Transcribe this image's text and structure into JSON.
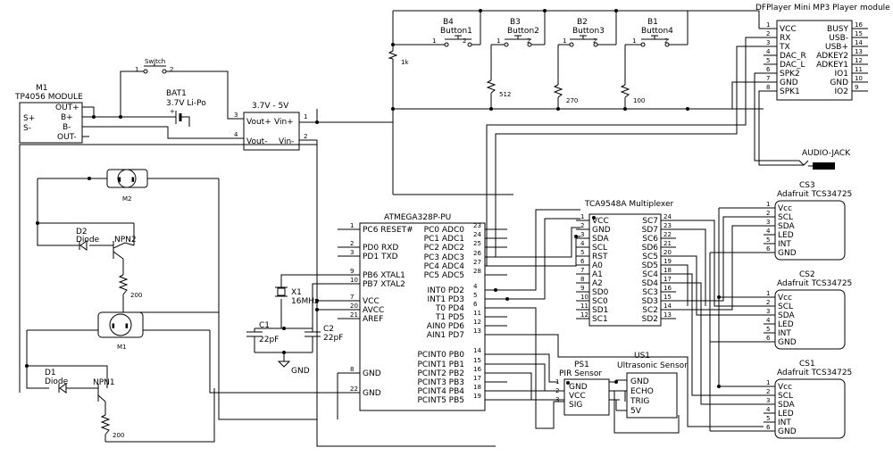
{
  "dfplayer": {
    "title": "DFPlayer Mini MP3 Player module",
    "left_pins": [
      {
        "num": "1",
        "name": "VCC"
      },
      {
        "num": "2",
        "name": "RX"
      },
      {
        "num": "3",
        "name": "TX"
      },
      {
        "num": "4",
        "name": "DAC_R"
      },
      {
        "num": "5",
        "name": "DAC_L"
      },
      {
        "num": "6",
        "name": "SPK2"
      },
      {
        "num": "7",
        "name": "GND"
      },
      {
        "num": "8",
        "name": "SPK1"
      }
    ],
    "right_pins": [
      {
        "num": "16",
        "name": "BUSY"
      },
      {
        "num": "15",
        "name": "USB-"
      },
      {
        "num": "14",
        "name": "USB+"
      },
      {
        "num": "13",
        "name": "ADKEY2"
      },
      {
        "num": "12",
        "name": "ADKEY1"
      },
      {
        "num": "11",
        "name": "IO1"
      },
      {
        "num": "10",
        "name": "GND"
      },
      {
        "num": "9",
        "name": "IO2"
      }
    ]
  },
  "audio_jack": {
    "label": "AUDIO-JACK"
  },
  "buttons": [
    {
      "ref": "B4",
      "name": "Button1",
      "p1": "1",
      "p2": "2"
    },
    {
      "ref": "B3",
      "name": "Button2",
      "p1": "1",
      "p2": "2"
    },
    {
      "ref": "B2",
      "name": "Button3",
      "p1": "1",
      "p2": "2"
    },
    {
      "ref": "B1",
      "name": "Button4",
      "p1": "1",
      "p2": "2"
    }
  ],
  "resistors": {
    "r1k": "1k",
    "r512": "512",
    "r270": "270",
    "r100": "100",
    "r200a": "200",
    "r200b": "200"
  },
  "switch": {
    "label": "Switch",
    "p1": "1",
    "p2": "2"
  },
  "tp4056": {
    "ref": "M1",
    "title": "TP4056 MODULE",
    "left": [
      "S+",
      "S-"
    ],
    "right": [
      "OUT+",
      "B+",
      "B-",
      "OUT-"
    ]
  },
  "battery": {
    "ref": "BAT1",
    "value": "3.7V Li-Po",
    "plus": "+"
  },
  "converter": {
    "title": "3.7V - 5V",
    "pins": [
      {
        "num": "3",
        "l": "Vout+",
        "r": "Vin+",
        "rn": "1"
      },
      {
        "num": "4",
        "l": "Vout-",
        "r": "Vin-",
        "rn": "2"
      }
    ]
  },
  "motors": {
    "m2": "M2",
    "m1": "M1"
  },
  "diodes": [
    {
      "ref": "D2",
      "name": "Diode"
    },
    {
      "ref": "D1",
      "name": "Diode"
    }
  ],
  "transistors": [
    {
      "ref": "NPN2"
    },
    {
      "ref": "NPN1"
    }
  ],
  "mcu": {
    "title": "ATMEGA328P-PU",
    "left_pins": [
      {
        "num": "1",
        "name": "PC6 RESET#"
      },
      {
        "num": "2",
        "name": "PD0 RXD"
      },
      {
        "num": "3",
        "name": "PD1 TXD"
      },
      {
        "num": "9",
        "name": "PB6 XTAL1"
      },
      {
        "num": "10",
        "name": "PB7 XTAL2"
      },
      {
        "num": "7",
        "name": "VCC"
      },
      {
        "num": "20",
        "name": "AVCC"
      },
      {
        "num": "21",
        "name": "AREF"
      },
      {
        "num": "8",
        "name": "GND"
      },
      {
        "num": "22",
        "name": "GND"
      }
    ],
    "right_pins": [
      {
        "num": "23",
        "name": "PC0 ADC0"
      },
      {
        "num": "24",
        "name": "PC1 ADC1"
      },
      {
        "num": "25",
        "name": "PC2 ADC2"
      },
      {
        "num": "26",
        "name": "PC3 ADC3"
      },
      {
        "num": "27",
        "name": "PC4 ADC4"
      },
      {
        "num": "28",
        "name": "PC5 ADC5"
      },
      {
        "num": "4",
        "name": "INT0 PD2"
      },
      {
        "num": "5",
        "name": "INT1 PD3"
      },
      {
        "num": "6",
        "name": "T0 PD4"
      },
      {
        "num": "11",
        "name": "T1 PD5"
      },
      {
        "num": "12",
        "name": "AIN0 PD6"
      },
      {
        "num": "13",
        "name": "AIN1 PD7"
      },
      {
        "num": "14",
        "name": "PCINT0 PB0"
      },
      {
        "num": "15",
        "name": "PCINT1 PB1"
      },
      {
        "num": "16",
        "name": "PCINT2 PB2"
      },
      {
        "num": "17",
        "name": "PCINT3 PB3"
      },
      {
        "num": "18",
        "name": "PCINT4 PB4"
      },
      {
        "num": "19",
        "name": "PCINT5 PB5"
      }
    ]
  },
  "crystal": {
    "ref": "X1",
    "value": "16MHz"
  },
  "caps": [
    {
      "ref": "C1",
      "value": "22pF"
    },
    {
      "ref": "C2",
      "value": "22pF"
    }
  ],
  "gnd_label": "GND",
  "mux": {
    "title": "TCA9548A Multiplexer",
    "left_pins": [
      {
        "num": "1",
        "name": "VCC"
      },
      {
        "num": "2",
        "name": "GND"
      },
      {
        "num": "3",
        "name": "SDA"
      },
      {
        "num": "4",
        "name": "SCL"
      },
      {
        "num": "5",
        "name": "RST"
      },
      {
        "num": "6",
        "name": "A0"
      },
      {
        "num": "7",
        "name": "A1"
      },
      {
        "num": "8",
        "name": "A2"
      },
      {
        "num": "9",
        "name": "SD0"
      },
      {
        "num": "10",
        "name": "SC0"
      },
      {
        "num": "11",
        "name": "SD1"
      },
      {
        "num": "12",
        "name": "SC1"
      }
    ],
    "right_pins": [
      {
        "num": "24",
        "name": "SC7"
      },
      {
        "num": "23",
        "name": "SD7"
      },
      {
        "num": "22",
        "name": "SC6"
      },
      {
        "num": "21",
        "name": "SD6"
      },
      {
        "num": "20",
        "name": "SC5"
      },
      {
        "num": "19",
        "name": "SD5"
      },
      {
        "num": "18",
        "name": "SC4"
      },
      {
        "num": "17",
        "name": "SD4"
      },
      {
        "num": "16",
        "name": "SC3"
      },
      {
        "num": "15",
        "name": "SD3"
      },
      {
        "num": "14",
        "name": "SC2"
      },
      {
        "num": "13",
        "name": "SD2"
      }
    ]
  },
  "sensors": [
    {
      "ref": "CS3",
      "title": "Adafruit TCS34725"
    },
    {
      "ref": "CS2",
      "title": "Adafruit TCS34725"
    },
    {
      "ref": "CS1",
      "title": "Adafruit TCS34725"
    }
  ],
  "sensor_pins": [
    {
      "num": "1",
      "name": "Vcc"
    },
    {
      "num": "2",
      "name": "SCL"
    },
    {
      "num": "3",
      "name": "SDA"
    },
    {
      "num": "4",
      "name": "LED"
    },
    {
      "num": "5",
      "name": "INT"
    },
    {
      "num": "6",
      "name": "GND"
    }
  ],
  "pir": {
    "ref": "PS1",
    "title": "PIR Sensor",
    "pins": [
      {
        "num": "1",
        "name": "GND"
      },
      {
        "num": "2",
        "name": "VCC"
      },
      {
        "num": "3",
        "name": "SIG"
      }
    ]
  },
  "ultra": {
    "ref": "US1",
    "title": "Ultrasonic Sensor",
    "pins": [
      "GND",
      "ECHO",
      "TRIG",
      "5V"
    ]
  }
}
